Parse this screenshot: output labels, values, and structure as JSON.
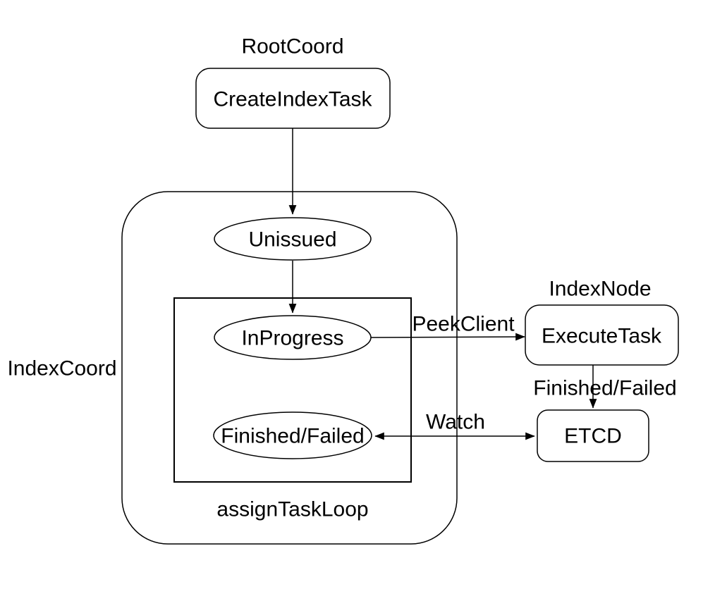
{
  "diagram": {
    "background_color": "#ffffff",
    "line_color": "#000000",
    "text_color": "#000000",
    "groups": [
      {
        "id": "root-coord",
        "label": "RootCoord"
      },
      {
        "id": "index-coord",
        "label": "IndexCoord"
      },
      {
        "id": "assign-task-loop",
        "label": "assignTaskLoop"
      },
      {
        "id": "index-node",
        "label": "IndexNode"
      }
    ],
    "nodes": [
      {
        "id": "create-index-task",
        "label": "CreateIndexTask",
        "shape": "rounded-rectangle",
        "group": "root-coord"
      },
      {
        "id": "unissued",
        "label": "Unissued",
        "shape": "ellipse",
        "group": "index-coord"
      },
      {
        "id": "in-progress",
        "label": "InProgress",
        "shape": "ellipse",
        "group": "assign-task-loop"
      },
      {
        "id": "finished-failed",
        "label": "Finished/Failed",
        "shape": "ellipse",
        "group": "assign-task-loop"
      },
      {
        "id": "execute-task",
        "label": "ExecuteTask",
        "shape": "rounded-rectangle",
        "group": "index-node"
      },
      {
        "id": "etcd",
        "label": "ETCD",
        "shape": "rounded-rectangle"
      }
    ],
    "edges": [
      {
        "id": "create-to-unissued",
        "from": "create-index-task",
        "to": "unissued",
        "label": "",
        "arrows": "forward"
      },
      {
        "id": "unissued-to-inprogress",
        "from": "unissued",
        "to": "in-progress",
        "label": "",
        "arrows": "forward"
      },
      {
        "id": "peek-client",
        "from": "in-progress",
        "to": "execute-task",
        "label": "PeekClient",
        "arrows": "forward"
      },
      {
        "id": "execute-to-etcd",
        "from": "execute-task",
        "to": "etcd",
        "label": "Finished/Failed",
        "arrows": "forward"
      },
      {
        "id": "watch",
        "from": "etcd",
        "to": "finished-failed",
        "label": "Watch",
        "arrows": "both"
      }
    ]
  }
}
